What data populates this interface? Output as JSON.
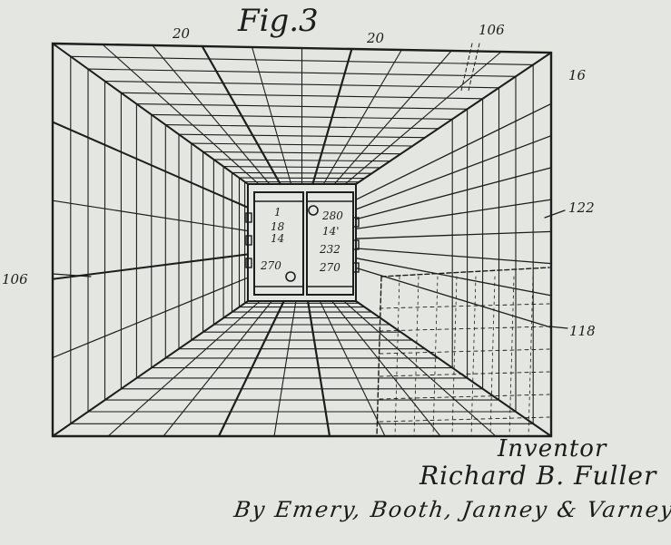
{
  "figure": {
    "title": "Fig.3",
    "labels": {
      "ref_20_left": "20",
      "ref_20_right": "20",
      "ref_106_top": "106",
      "ref_16": "16",
      "ref_122": "122",
      "ref_106_left": "106",
      "ref_118": "118",
      "door_left_1": "1",
      "door_left_18": "18",
      "door_left_14": "14",
      "door_left_270": "270",
      "door_right_280": "280",
      "door_right_14": "14'",
      "door_right_232": "232",
      "door_right_270": "270"
    }
  },
  "signature": {
    "heading": "Inventor",
    "inventor": "Richard B. Fuller",
    "attorneys": "By Emery, Booth, Janney & Varney Attys."
  },
  "colors": {
    "paper": "#e4e7e1",
    "ink": "#1d1d1d"
  }
}
